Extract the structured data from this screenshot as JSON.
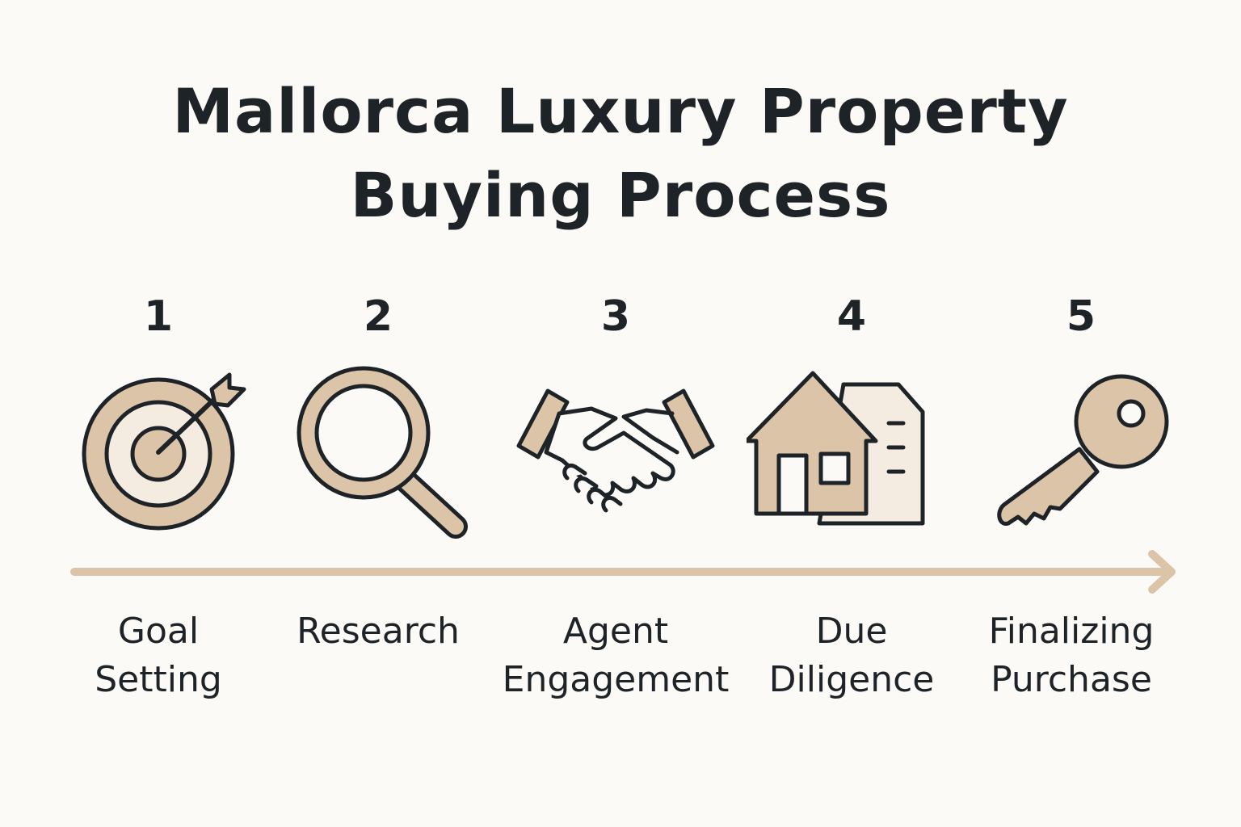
{
  "title": {
    "line1": "Mallorca Luxury Property",
    "line2": "Buying Process"
  },
  "colors": {
    "background": "#fcfaf6",
    "ink": "#1e2328",
    "accent": "#dcc4a8",
    "accent_light": "#f5ece1"
  },
  "steps": [
    {
      "number": "1",
      "icon": "target-icon",
      "label_line1": "Goal",
      "label_line2": "Setting"
    },
    {
      "number": "2",
      "icon": "magnifier-icon",
      "label_line1": "Research",
      "label_line2": ""
    },
    {
      "number": "3",
      "icon": "handshake-icon",
      "label_line1": "Agent",
      "label_line2": "Engagement"
    },
    {
      "number": "4",
      "icon": "house-document-icon",
      "label_line1": "Due",
      "label_line2": "Diligence"
    },
    {
      "number": "5",
      "icon": "key-icon",
      "label_line1": "Finalizing",
      "label_line2": "Purchase"
    }
  ],
  "timeline": {
    "direction": "left-to-right",
    "arrow": "arrow-right-icon"
  }
}
